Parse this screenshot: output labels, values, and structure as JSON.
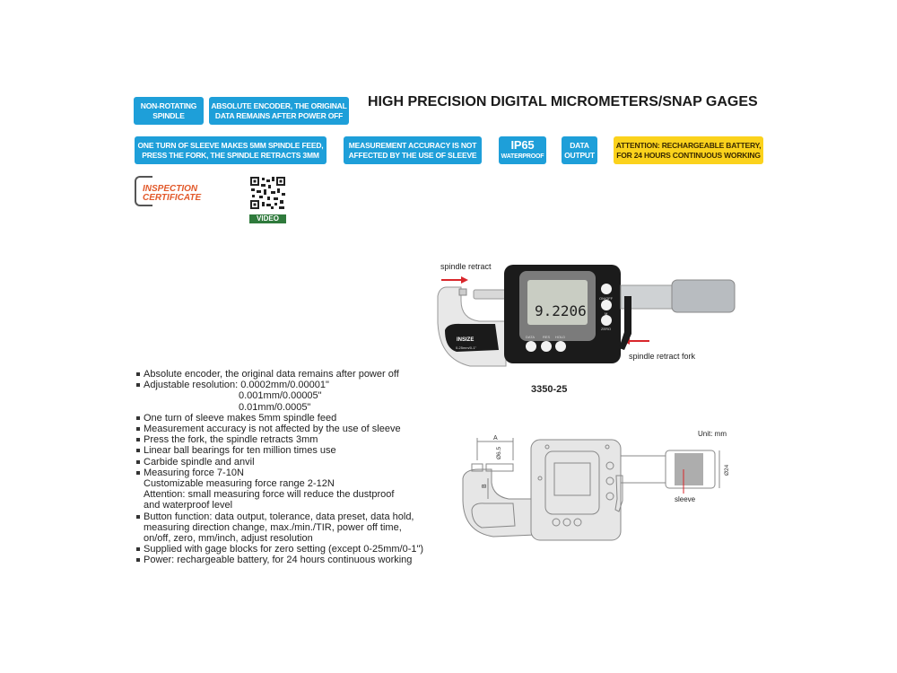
{
  "title": "HIGH PRECISION DIGITAL MICROMETERS/SNAP GAGES",
  "badges": [
    {
      "l1": "NON-ROTATING",
      "l2": "SPINDLE"
    },
    {
      "l1": "ABSOLUTE ENCODER, THE ORIGINAL",
      "l2": "DATA REMAINS AFTER POWER OFF"
    },
    {
      "l1": "ONE TURN OF SLEEVE MAKES 5MM SPINDLE FEED,",
      "l2": "PRESS THE FORK, THE SPINDLE RETRACTS 3MM"
    },
    {
      "l1": "MEASUREMENT ACCURACY IS NOT",
      "l2": "AFFECTED BY THE USE OF SLEEVE"
    },
    {
      "l1": "IP65",
      "l2": "WATERPROOF"
    },
    {
      "l1": "DATA",
      "l2": "OUTPUT"
    },
    {
      "l1": "ATTENTION: RECHARGEABLE BATTERY,",
      "l2": "FOR 24 HOURS CONTINUOUS WORKING"
    }
  ],
  "colors": {
    "badge": "#1e9fd9",
    "attention": "#fbd21c",
    "cert": "#e2592a",
    "arrow": "#d9262b"
  },
  "certificate": {
    "l1": "INSPECTION",
    "l2": "CERTIFICATE"
  },
  "qr": {
    "label": "VIDEO"
  },
  "photo": {
    "spindle_retract": "spindle retract",
    "spindle_retract_fork": "spindle retract fork",
    "display_value": "9.2206",
    "buttons": [
      "ON/OFF",
      "M",
      "ZERO",
      "DATA",
      "RES",
      "HOLD"
    ],
    "brand": "INSIZE",
    "range": "0-25mm/0-1\"",
    "model": "3350-25"
  },
  "drawing": {
    "unit": "Unit: mm",
    "dim_a": "A",
    "dim_b": "B",
    "dim_d1": "Ø6.5",
    "dim_d2": "Ø24",
    "sleeve": "sleeve"
  },
  "features": [
    "Absolute encoder, the original data remains after power off",
    "Adjustable resolution: 0.0002mm/0.00001\"",
    "0.001mm/0.00005\"",
    "0.01mm/0.0005\"",
    "One turn of sleeve makes 5mm spindle feed",
    "Measurement accuracy is not affected by the use of sleeve",
    "Press the fork, the spindle retracts 3mm",
    "Linear ball bearings for ten million times use",
    "Carbide spindle and anvil",
    "Measuring force 7-10N",
    "Customizable measuring force range 2-12N",
    "Attention: small measuring force will reduce the dustproof",
    "and waterproof level",
    "Button function: data output, tolerance, data preset, data hold,",
    "measuring direction change, max./min./TIR, power off time,",
    "on/off, zero, mm/inch, adjust resolution",
    "Supplied with gage blocks for zero setting (except 0-25mm/0-1\")",
    "Power: rechargeable battery, for 24 hours continuous working"
  ]
}
